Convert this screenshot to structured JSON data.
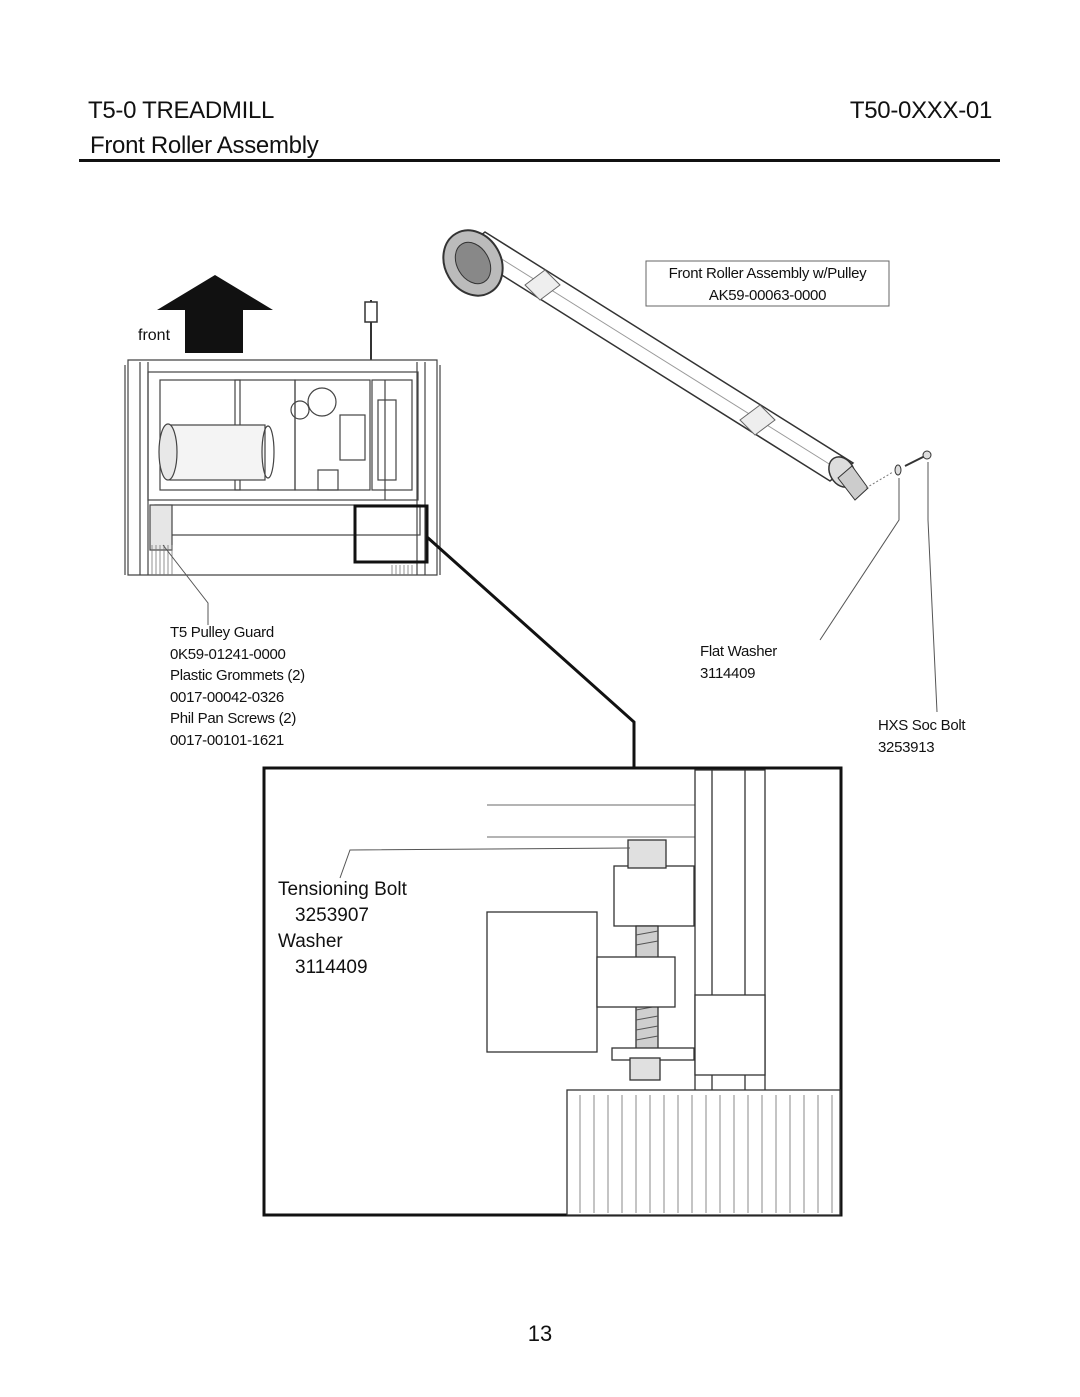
{
  "header": {
    "title": "T5-0 TREADMILL",
    "model_code": "T50-0XXX-01",
    "subtitle": "Front Roller Assembly"
  },
  "diagram": {
    "front_label": "front",
    "roller_callout": {
      "name": "Front Roller Assembly w/Pulley",
      "part": "AK59-00063-0000"
    },
    "pulley_guard": {
      "name": "T5 Pulley Guard",
      "part": "0K59-01241-0000"
    },
    "grommets": {
      "name": "Plastic Grommets (2)",
      "part": "0017-00042-0326"
    },
    "screws": {
      "name": "Phil Pan Screws (2)",
      "part": "0017-00101-1621"
    },
    "flat_washer": {
      "name": "Flat Washer",
      "part": "3114409"
    },
    "hxs_bolt": {
      "name": "HXS Soc Bolt",
      "part": "3253913"
    },
    "detail": {
      "bolt_name": "Tensioning Bolt",
      "bolt_part": "3253907",
      "washer_name": "Washer",
      "washer_part": "3114409"
    }
  },
  "page_number": "13"
}
